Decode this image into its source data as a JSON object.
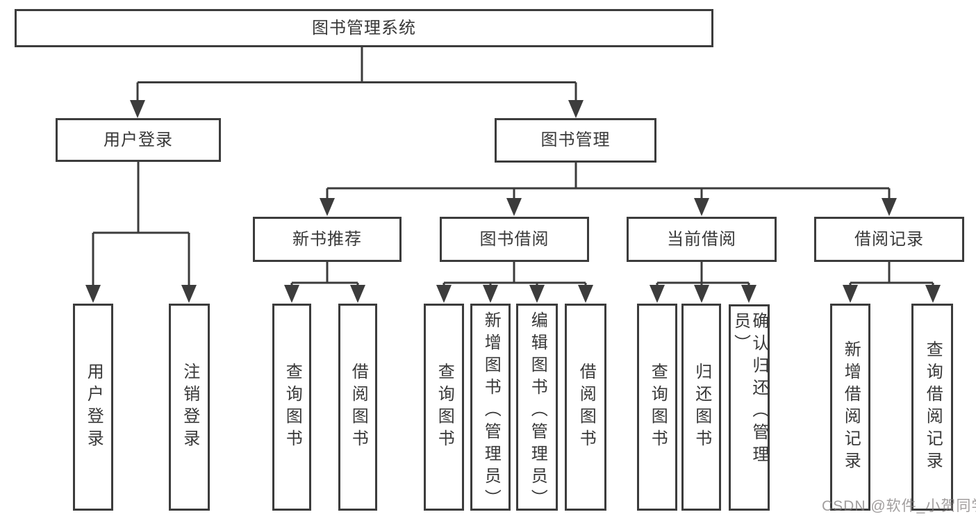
{
  "tree": {
    "root": {
      "label": "图书管理系统",
      "children": [
        {
          "label": "用户登录",
          "children": [
            {
              "label": "用户登录"
            },
            {
              "label": "注销登录"
            }
          ]
        },
        {
          "label": "图书管理",
          "children": [
            {
              "label": "新书推荐",
              "children": [
                {
                  "label": "查询图书"
                },
                {
                  "label": "借阅图书"
                }
              ]
            },
            {
              "label": "图书借阅",
              "children": [
                {
                  "label": "查询图书"
                },
                {
                  "label": "新增图书（管理员）"
                },
                {
                  "label": "编辑图书（管理员）"
                },
                {
                  "label": "借阅图书"
                }
              ]
            },
            {
              "label": "当前借阅",
              "children": [
                {
                  "label": "查询图书"
                },
                {
                  "label": "归还图书"
                },
                {
                  "label": "确认归还（管理员）"
                }
              ]
            },
            {
              "label": "借阅记录",
              "children": [
                {
                  "label": "新增借阅记录"
                },
                {
                  "label": "查询借阅记录"
                }
              ]
            }
          ]
        }
      ]
    }
  },
  "watermark": {
    "text": "CSDN @软件_小贺同学"
  },
  "colors": {
    "line": "#3c3c3c",
    "box_border": "#3c3c3c",
    "text": "#383838",
    "watermark": "#7d7878"
  }
}
